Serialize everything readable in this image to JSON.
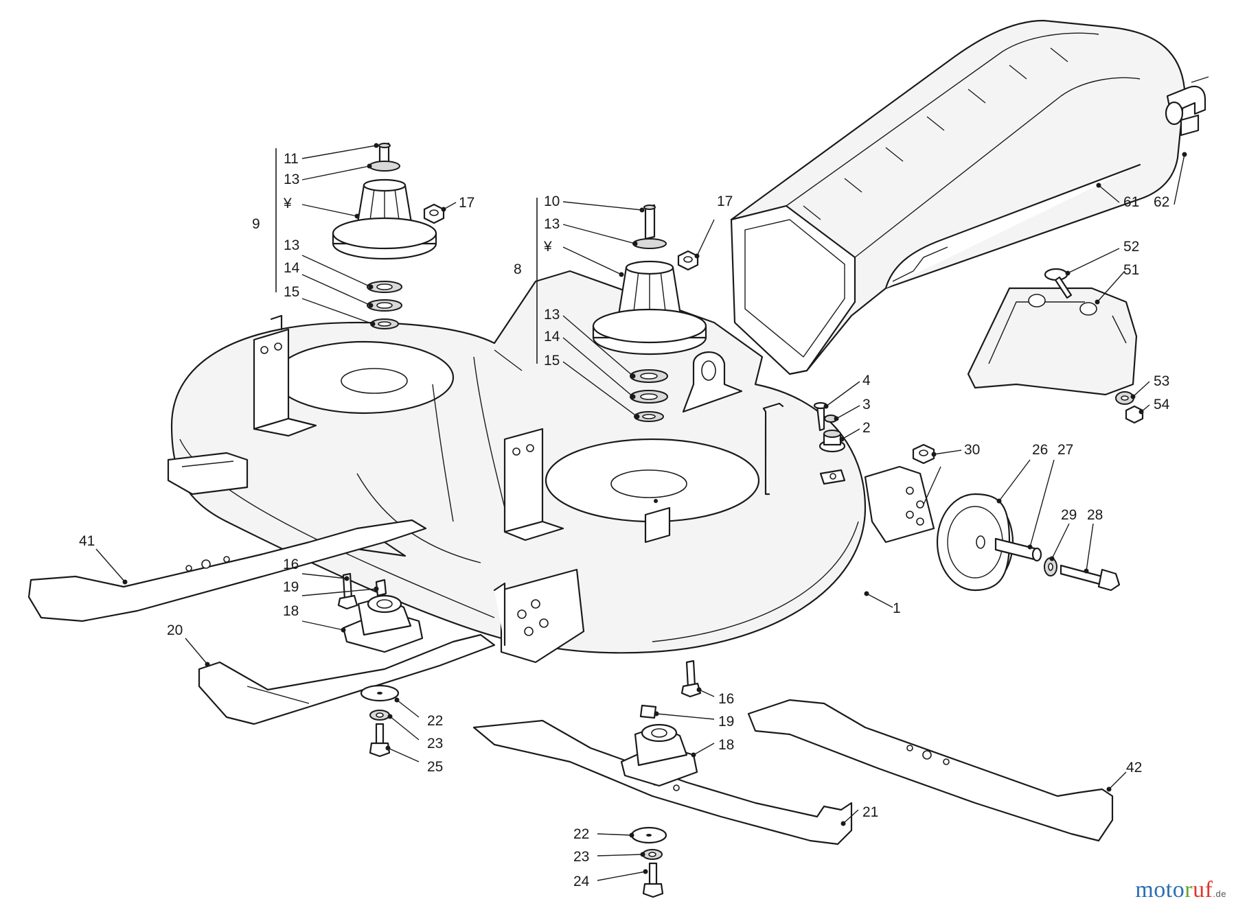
{
  "brand": {
    "part1": "moto",
    "part2": "r",
    "part3": "uf",
    "tld": ".de"
  },
  "callouts": {
    "c1": "1",
    "c2": "2",
    "c3": "3",
    "c4": "4",
    "c8": "8",
    "c9": "9",
    "c10": "10",
    "c11": "11",
    "c13a": "13",
    "c13b": "13",
    "c13c": "13",
    "c13d": "13",
    "c14a": "14",
    "c14b": "14",
    "c15a": "15",
    "c15b": "15",
    "c16a": "16",
    "c16b": "16",
    "c17a": "17",
    "c17b": "17",
    "c18a": "18",
    "c18b": "18",
    "c19a": "19",
    "c19b": "19",
    "c20": "20",
    "c21": "21",
    "c22a": "22",
    "c22b": "22",
    "c23a": "23",
    "c23b": "23",
    "c24": "24",
    "c25": "25",
    "c26": "26",
    "c27": "27",
    "c28": "28",
    "c29": "29",
    "c30": "30",
    "c41": "41",
    "c42": "42",
    "c51": "51",
    "c52": "52",
    "c53": "53",
    "c54": "54",
    "c61": "61",
    "c62": "62",
    "y1": "¥",
    "y2": "¥"
  }
}
